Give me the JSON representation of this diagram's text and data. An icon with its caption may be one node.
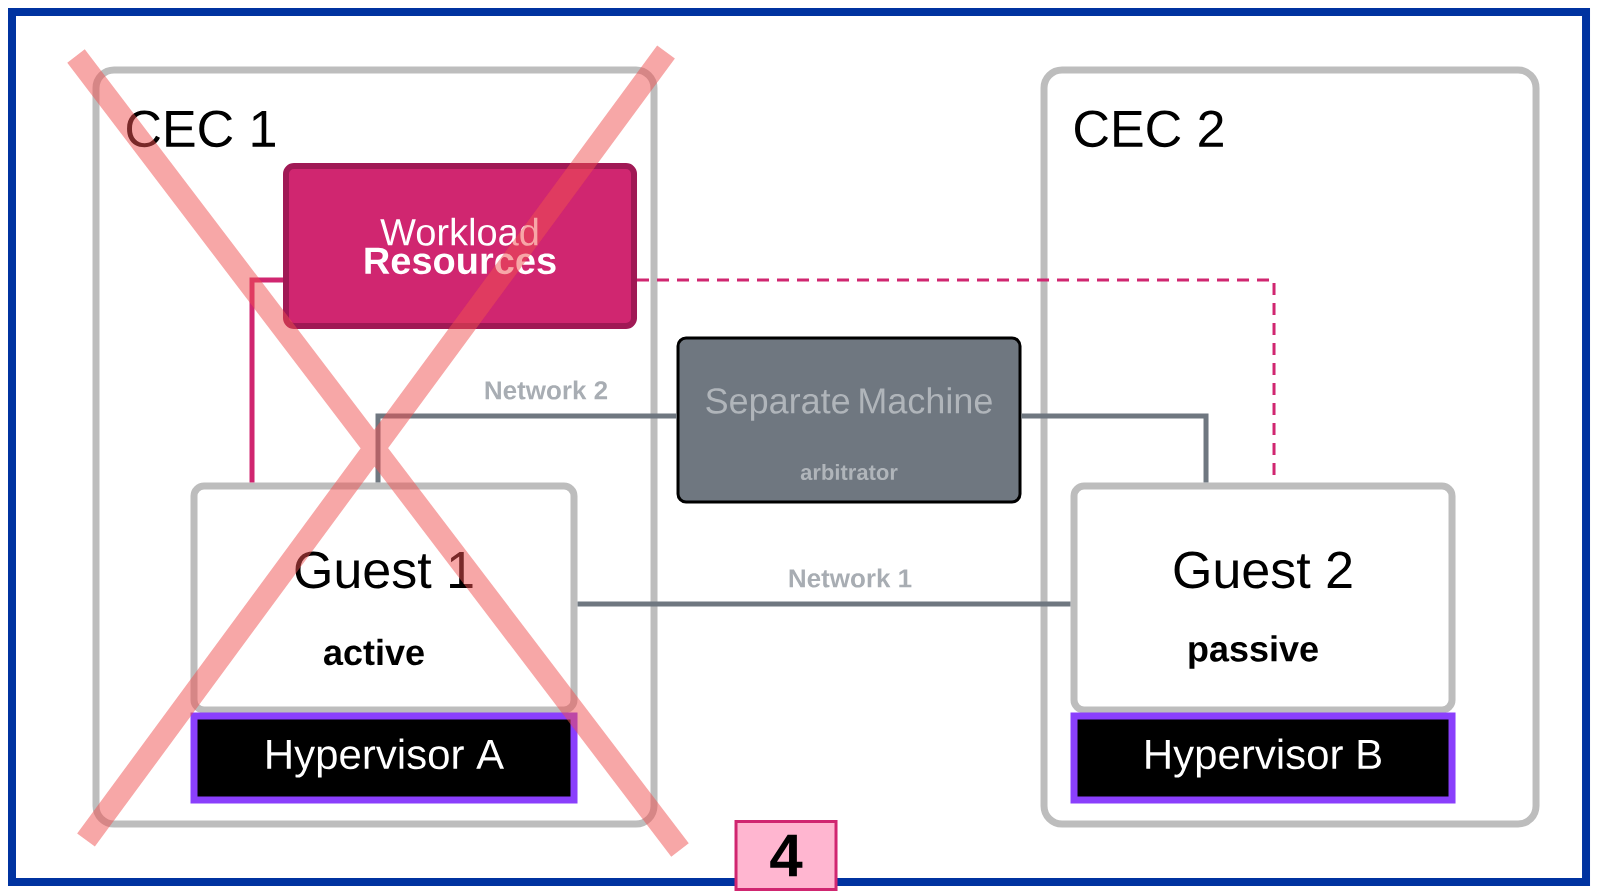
{
  "diagram": {
    "nodes": [
      {
        "text": [
          "CEC 1"
        ]
      },
      {
        "text": [
          "Workload **Resources**"
        ],
        "in": 0
      },
      {
        "text": [
          "Guest 1",
          "active"
        ],
        "in": 0
      },
      {
        "text": [
          "Hypervisor A"
        ],
        "in": 0
      },
      {
        "text": [
          "CEC 2"
        ]
      },
      {
        "text": [
          "Guest 2",
          "passive"
        ],
        "in": 4
      },
      {
        "text": [
          "Hypervisor B"
        ],
        "in": 4
      },
      {
        "text": [
          "Separate Machine",
          "arbitrator"
        ]
      }
    ],
    "edges": [
      {
        "from": 1,
        "to": 2,
        "arrow": "none",
        "color": "#d02670"
      },
      {
        "from": 1,
        "to": 5,
        "arrow": "none",
        "style": "dashed",
        "color": "#d02670"
      },
      {
        "from": 7,
        "to": 2,
        "arrow": "none",
        "label": "Network 2",
        "color": "#6f7780"
      },
      {
        "from": 7,
        "to": 5,
        "arrow": "none",
        "color": "#6f7780"
      },
      {
        "from": 2,
        "to": 5,
        "arrow": "none",
        "label": "Network 1",
        "color": "#6f7780"
      }
    ],
    "labels": [
      "4"
    ]
  }
}
